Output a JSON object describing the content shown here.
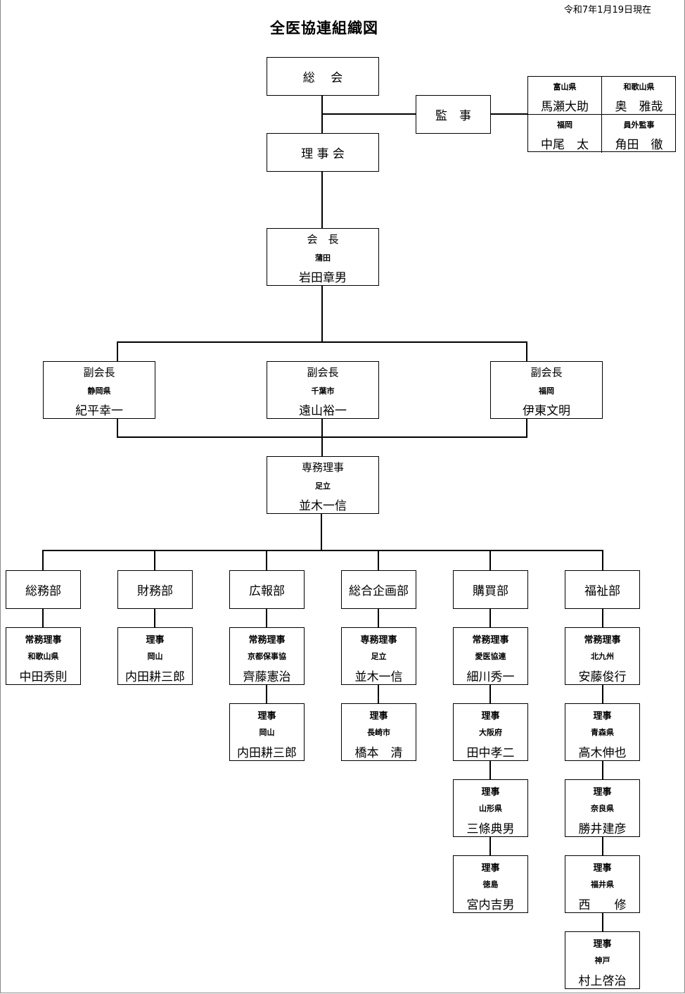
{
  "date": "令和7年1月19日現在",
  "title": "全医協連組織図",
  "general_meeting": "総　 会",
  "auditor": {
    "label": "監　事",
    "members": [
      {
        "pref": "富山県",
        "name": "馬瀬大助"
      },
      {
        "pref": "和歌山県",
        "name": "奥　雅哉"
      },
      {
        "pref": "福岡",
        "name": "中尾　太"
      },
      {
        "pref": "員外監事",
        "name": "角田　徹"
      }
    ]
  },
  "board": "理 事 会",
  "president": {
    "role": "会　長",
    "pref": "蒲田",
    "name": "岩田章男"
  },
  "vice_presidents": [
    {
      "role": "副会長",
      "pref": "静岡県",
      "name": "紀平幸一"
    },
    {
      "role": "副会長",
      "pref": "千葉市",
      "name": "遠山裕一"
    },
    {
      "role": "副会長",
      "pref": "福岡",
      "name": "伊東文明"
    }
  ],
  "managing_director": {
    "role": "専務理事",
    "pref": "足立",
    "name": "並木一信"
  },
  "departments": [
    {
      "name": "総務部",
      "members": [
        {
          "role": "常務理事",
          "pref": "和歌山県",
          "name": "中田秀則"
        }
      ]
    },
    {
      "name": "財務部",
      "members": [
        {
          "role": "理事",
          "pref": "岡山",
          "name": "内田耕三郎"
        }
      ]
    },
    {
      "name": "広報部",
      "members": [
        {
          "role": "常務理事",
          "pref": "京都保事協",
          "name": "齊藤憲治"
        },
        {
          "role": "理事",
          "pref": "岡山",
          "name": "内田耕三郎"
        }
      ]
    },
    {
      "name": "総合企画部",
      "members": [
        {
          "role": "専務理事",
          "pref": "足立",
          "name": "並木一信"
        },
        {
          "role": "理事",
          "pref": "長崎市",
          "name": "橋本　清"
        }
      ]
    },
    {
      "name": "購買部",
      "members": [
        {
          "role": "常務理事",
          "pref": "愛医協連",
          "name": "細川秀一"
        },
        {
          "role": "理事",
          "pref": "大阪府",
          "name": "田中孝二"
        },
        {
          "role": "理事",
          "pref": "山形県",
          "name": "三條典男"
        },
        {
          "role": "理事",
          "pref": "徳島",
          "name": "宮内吉男"
        }
      ]
    },
    {
      "name": "福祉部",
      "members": [
        {
          "role": "常務理事",
          "pref": "北九州",
          "name": "安藤俊行"
        },
        {
          "role": "理事",
          "pref": "青森県",
          "name": "高木伸也"
        },
        {
          "role": "理事",
          "pref": "奈良県",
          "name": "勝井建彦"
        },
        {
          "role": "理事",
          "pref": "福井県",
          "name": "西　　修"
        },
        {
          "role": "理事",
          "pref": "神戸",
          "name": "村上啓治"
        }
      ]
    }
  ]
}
